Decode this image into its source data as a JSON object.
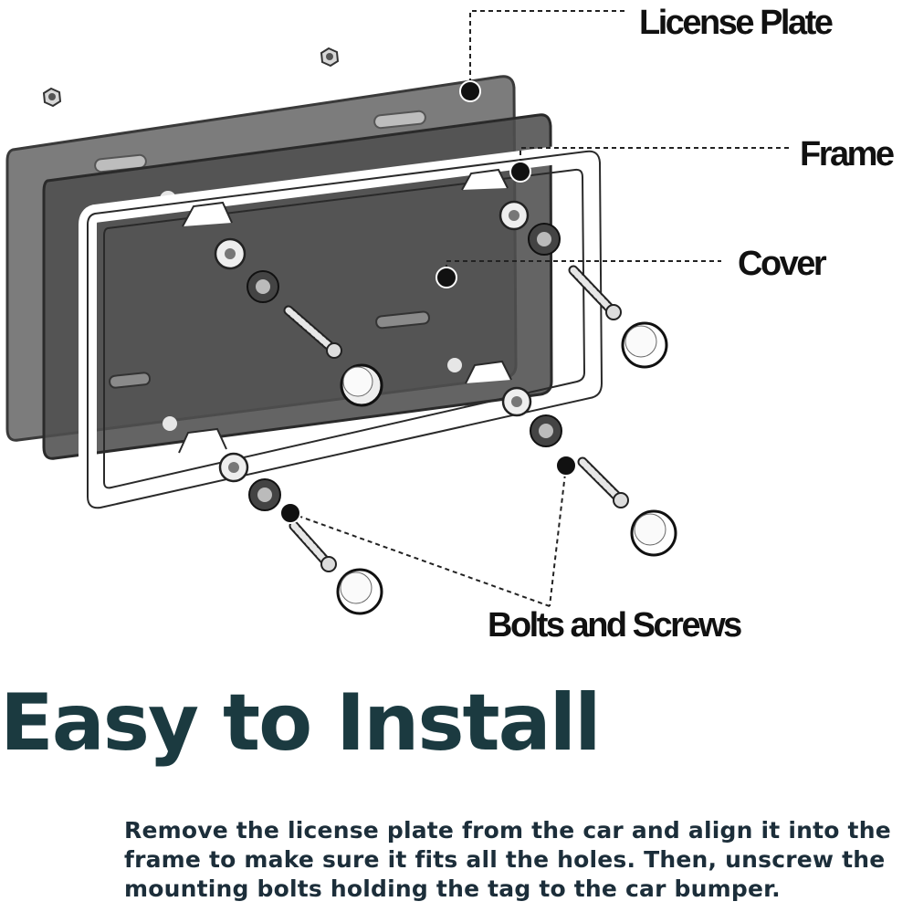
{
  "callouts": {
    "license_plate": "License Plate",
    "frame": "Frame",
    "cover": "Cover",
    "bolts_and_screws": "Bolts and Screws"
  },
  "headline": "Easy to Install",
  "description": {
    "line1": "Remove the license plate from the car and align it into the",
    "line2": "frame to make sure it fits all the holes. Then, unscrew the",
    "line3": "mounting bolts holding the tag to the car bumper."
  },
  "colors": {
    "headline": "#1b3a40",
    "body_text": "#1c2e3a",
    "plate_gray": "#7c7c7c",
    "cover_gray": "#5a5a5a"
  }
}
